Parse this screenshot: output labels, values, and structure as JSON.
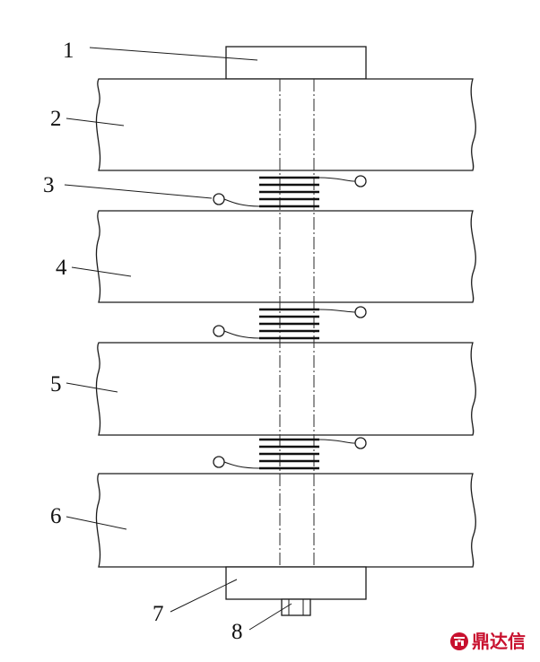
{
  "callouts": [
    "1",
    "2",
    "3",
    "4",
    "5",
    "6",
    "7",
    "8"
  ],
  "logo": {
    "text": "鼎达信",
    "color": "#c8102e"
  }
}
